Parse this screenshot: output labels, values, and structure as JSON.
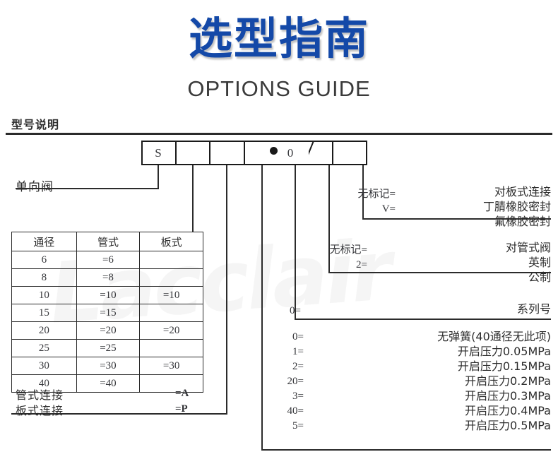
{
  "header": {
    "title_cn": "选型指南",
    "title_en": "OPTIONS GUIDE",
    "title_color": "#1449a8",
    "section_label": "型号说明"
  },
  "watermark": {
    "text": "Lacclair"
  },
  "model_code": {
    "cells": [
      {
        "value": "S"
      },
      {
        "value": ""
      },
      {
        "value": ""
      },
      {
        "value": ""
      },
      {
        "value": "0"
      },
      {
        "value": ""
      },
      {
        "value": ""
      }
    ],
    "dot_marker": "●",
    "slash_marker": "/"
  },
  "valve_label": "单向阀",
  "spec_table": {
    "headers": [
      "通径",
      "管式",
      "板式"
    ],
    "rows": [
      [
        "6",
        "=6",
        ""
      ],
      [
        "8",
        "=8",
        ""
      ],
      [
        "10",
        "=10",
        "=10"
      ],
      [
        "15",
        "=15",
        ""
      ],
      [
        "20",
        "=20",
        "=20"
      ],
      [
        "25",
        "=25",
        ""
      ],
      [
        "30",
        "=30",
        "=30"
      ],
      [
        "40",
        "=40",
        ""
      ]
    ]
  },
  "connections": [
    {
      "label": "管式连接",
      "code": "=A"
    },
    {
      "label": "板式连接",
      "code": "=P"
    }
  ],
  "seal_group": {
    "codes": [
      "无标记=",
      "V="
    ],
    "descriptions": [
      "对板式连接",
      "丁腈橡胶密封",
      "氟橡胶密封"
    ]
  },
  "thread_group": {
    "codes": [
      "无标记=",
      "2="
    ],
    "descriptions": [
      "对管式阀",
      "英制",
      "公制"
    ]
  },
  "series_group": {
    "code": "0=",
    "description": "系列号"
  },
  "pressure_group": {
    "items": [
      {
        "code": "0=",
        "description": "无弹簧(40通径无此项)"
      },
      {
        "code": "1=",
        "description": "开启压力0.05MPa"
      },
      {
        "code": "2=",
        "description": "开启压力0.15MPa"
      },
      {
        "code": "20=",
        "description": "开启压力0.2MPa"
      },
      {
        "code": "3=",
        "description": "开启压力0.3MPa"
      },
      {
        "code": "40=",
        "description": "开启压力0.4MPa"
      },
      {
        "code": "5=",
        "description": "开启压力0.5MPa"
      }
    ]
  }
}
